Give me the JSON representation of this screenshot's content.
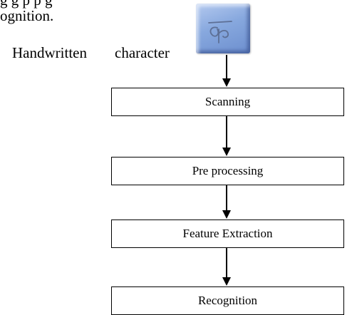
{
  "header": {
    "line1": "g                  g  p  p        g",
    "line2": "ognition."
  },
  "input": {
    "label_word1": "Handwritten",
    "label_word2": "character",
    "icon": "handwritten-glyph-icon"
  },
  "steps": [
    {
      "label": "Scanning"
    },
    {
      "label": "Pre processing"
    },
    {
      "label": "Feature Extraction"
    },
    {
      "label": "Recognition"
    }
  ],
  "colors": {
    "icon_fill": "#87a8de",
    "icon_glyph": "#5d6f95",
    "stroke": "#000000"
  }
}
